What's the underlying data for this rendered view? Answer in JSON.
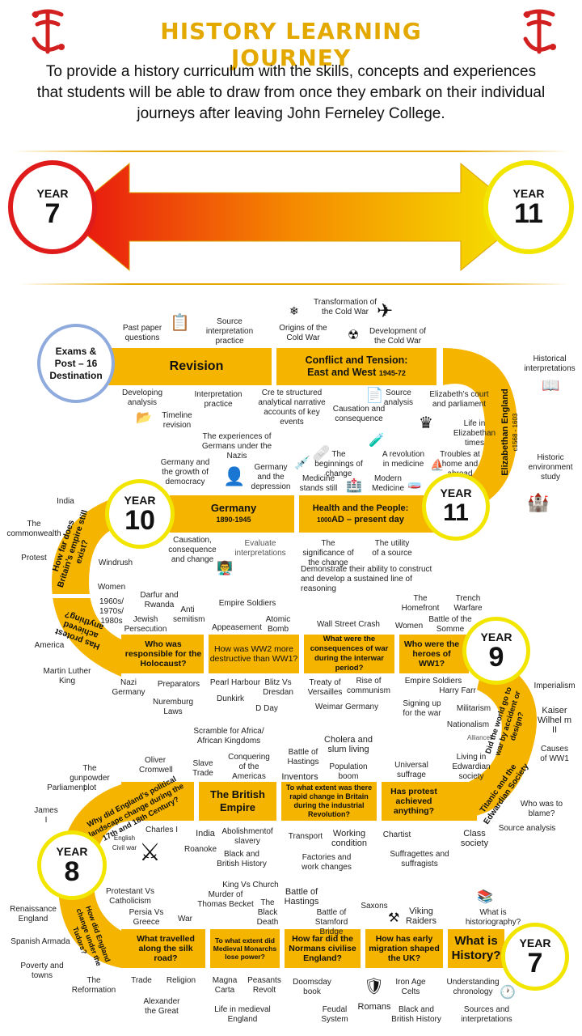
{
  "header": {
    "title": "HISTORY LEARNING JOURNEY",
    "intro": "To provide a history curriculum with the skills, concepts and experiences that students will be able to draw from once they embark on their individual journeys after leaving John Ferneley College."
  },
  "banner": {
    "start": {
      "label": "YEAR",
      "num": "7"
    },
    "end": {
      "label": "YEAR",
      "num": "11"
    }
  },
  "exams": "Exams & Post – 16 Destination",
  "revision": {
    "band": "Revision",
    "past_paper": "Past paper questions",
    "source_interp": "Source interpretation practice",
    "dev_analysis": "Developing analysis",
    "interp_practice": "Interpretation practice",
    "timeline": "Timeline revision",
    "create": "Cre te structured analytical narrative accounts of key events"
  },
  "conflict": {
    "band_title": "Conflict and Tension:",
    "band_sub": "East and West",
    "band_dates": "1945-72",
    "transformation": "Transformation of the Cold War",
    "origins": "Origins of the Cold War",
    "development": "Development of the Cold War",
    "causation": "Causation and consequence",
    "source_analysis": "Source analysis"
  },
  "elizabethan": {
    "band": "Elizabethan England",
    "dates": "c1568 - 1603",
    "court": "Elizabeth’s court and parliament",
    "hist_interp": "Historical interpretations",
    "life": "Life in Elizabethan times",
    "troubles": "Troubles at home and abroad",
    "environment": "Historic environment study"
  },
  "year11": {
    "label": "YEAR",
    "num": "11"
  },
  "health": {
    "band_title": "Health and the People:",
    "band_sub_pre": "1000",
    "band_sub": "AD – present day",
    "beginnings": "The beginnings of change",
    "revolution": "A revolution in medicine",
    "medicine_still": "Medicine stands still",
    "modern": "Modern Medicine",
    "significance": "The significance of the change",
    "utility": "The utility of a source",
    "demonstrate": "Demonstrate their ability to construct and develop a sustained line of reasoning"
  },
  "germany": {
    "band_title": "Germany",
    "band_dates": "1890-1945",
    "experiences": "The experiences of Germans under the Nazis",
    "growth": "Germany and the growth of democracy",
    "depression": "Germany and the depression",
    "causation": "Causation, consequence and change",
    "evaluate": "Evaluate interpretations"
  },
  "year10": {
    "label": "YEAR",
    "num": "10"
  },
  "empire_left": {
    "q1": "How far does Britain’s empire still exist?",
    "q2": "Has protest achieved anything?",
    "india": "India",
    "commonwealth": "The commonwealth",
    "protest": "Protest",
    "windrush": "Windrush",
    "women": "Women",
    "sixties": "1960s/ 1970s/ 1980s",
    "america": "America",
    "mlk": "Martin Luther King"
  },
  "year9": {
    "label": "YEAR",
    "num": "9",
    "holocaust_q": "Who was responsible for the Holocaust?",
    "ww2_q": "How was WW2 more destructive than WW1?",
    "interwar_q": "What were the consequences of war during the interwar period?",
    "heroes_q": "Who were the heroes of WW1?",
    "darfur": "Darfur and Rwanda",
    "anti": "Anti semitism",
    "jewish": "Jewish Persecution",
    "empire_soldiers": "Empire Soldiers",
    "appeasement": "Appeasement",
    "atomic": "Atomic Bomb",
    "wall_street": "Wall Street Crash",
    "homefront": "The Homefront",
    "women": "Women",
    "trench": "Trench Warfare",
    "somme": "Battle of the Somme",
    "nazi": "Nazi Germany",
    "preparators": "Preparators",
    "nuremberg": "Nuremburg Laws",
    "pearl": "Pearl Harbour",
    "blitz": "Blitz Vs Dresdan",
    "dunkirk": "Dunkirk",
    "dday": "D Day",
    "versailles": "Treaty of Versailles",
    "communism": "Rise of communism",
    "weimar": "Weimar Germany",
    "empire_soldiers2": "Empire Soldiers",
    "harry": "Harry Farr",
    "signing": "Signing up for the war",
    "militarism": "Militarism",
    "nationalism": "Nationalism",
    "alliances": "Alliances",
    "imperialism": "Imperialism",
    "kaiser": "Kaiser Wilhel m II",
    "causes": "Causes of WW1",
    "accident_q": "Did the world go to war by accident or design?"
  },
  "year8": {
    "label": "YEAR",
    "num": "8",
    "political_q": "Why did England’s political landscape change during the 17th and 18th Century?",
    "empire": "The British Empire",
    "industrial_q": "To what extent was there rapid change in Britain during the industrial Revolution?",
    "protest_q": "Has protest achieved anything?",
    "titanic": "Titanic and the Edwardian Society",
    "tudors_q": "How did England change under the Tudors?",
    "scramble": "Scramble for Africa/ African Kingdoms",
    "oliver": "Oliver Cromwell",
    "gunpowder": "The gunpowder plot",
    "slave": "Slave Trade",
    "conquering": "Conquering of the Americas",
    "hastings": "Battle of Hastings",
    "cholera": "Cholera and slum living",
    "inventors": "Inventors",
    "population": "Population boom",
    "universal": "Universal suffrage",
    "edwardian": "Living in Edwardian society",
    "parliament": "Parliament",
    "james": "James I",
    "charles": "Charles I",
    "civil_war": "English Civil war",
    "india": "India",
    "roanoke": "Roanoke",
    "abolishment": "Abolishmentof slavery",
    "black": "Black and British History",
    "transport": "Transport",
    "working": "Working condition",
    "factories": "Factories and work changes",
    "chartist": "Chartist",
    "suffragettes": "Suffragettes and suffragists",
    "class": "Class society",
    "blame": "Who was to blame?",
    "source": "Source analysis",
    "protestant": "Protestant Vs Catholicism",
    "renaissance": "Renaissance England",
    "persia": "Persia Vs Greece",
    "war": "War",
    "armada": "Spanish Armada",
    "poverty": "Poverty and towns",
    "reformation": "The Reformation"
  },
  "year7": {
    "label": "YEAR",
    "num": "7",
    "silk_q": "What travelled along the silk road?",
    "medieval_q": "To what extent did Medieval Monarchs lose power?",
    "normans_q": "How far did the Normans civilise England?",
    "migration_q": "How has early migration shaped the UK?",
    "history_q": "What is History?",
    "king_church": "King Vs Church",
    "becket": "Murder of Thomas Becket",
    "black_death": "The Black Death",
    "hastings": "Battle of Hastings",
    "stamford": "Battle of Stamford Bridge",
    "saxons": "Saxons",
    "viking": "Viking Raiders",
    "historiography": "What is historiography?",
    "trade": "Trade",
    "religion": "Religion",
    "alexander": "Alexander the Great",
    "magna": "Magna Carta",
    "peasants": "Peasants Revolt",
    "life_med": "Life in medieval England",
    "domesday": "Doomsday book",
    "feudal": "Feudal System",
    "romans": "Romans",
    "iron": "Iron Age Celts",
    "black": "Black and British History",
    "chronology": "Understanding chronology",
    "sources": "Sources and interpretations"
  }
}
